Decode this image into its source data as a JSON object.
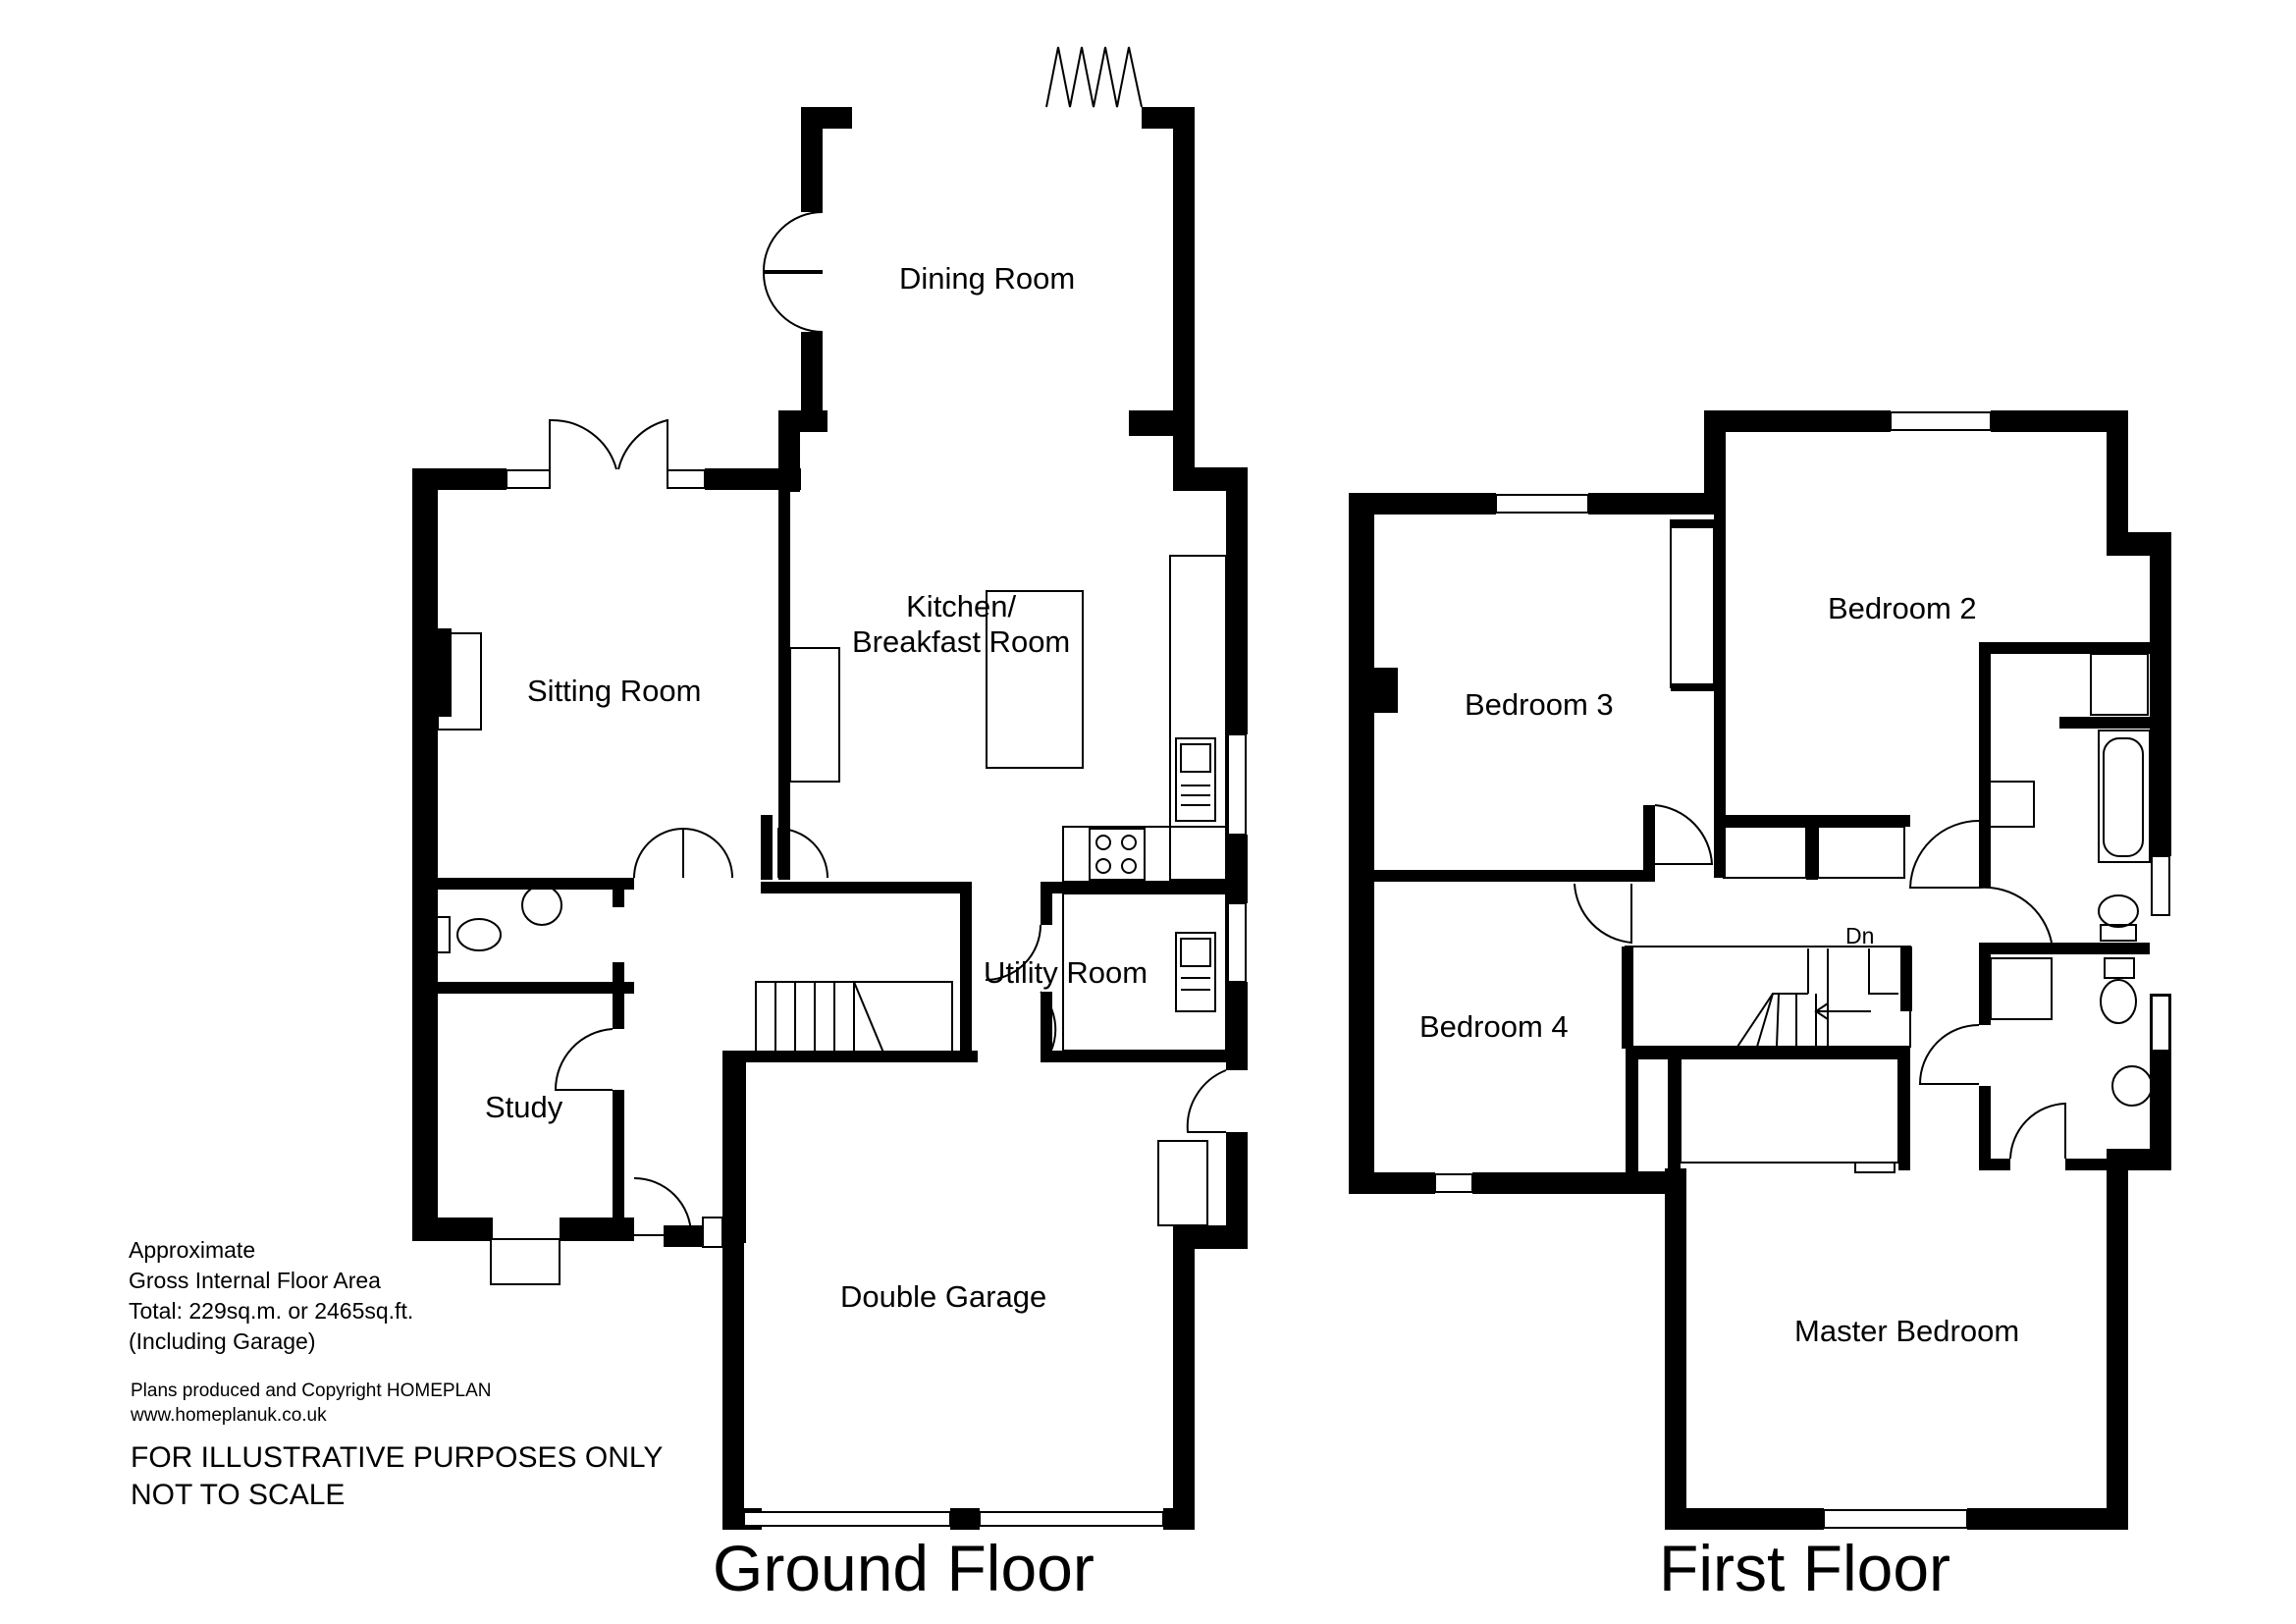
{
  "ground_floor": {
    "heading": "Ground Floor",
    "rooms": {
      "dining": "Dining Room",
      "kitchen": "Kitchen/\nBreakfast Room",
      "sitting": "Sitting Room",
      "study": "Study",
      "utility": "Utility Room",
      "garage": "Double Garage"
    }
  },
  "first_floor": {
    "heading": "First Floor",
    "stairs_label": "Dn",
    "rooms": {
      "bedroom2": "Bedroom 2",
      "bedroom3": "Bedroom 3",
      "bedroom4": "Bedroom 4",
      "master": "Master Bedroom"
    }
  },
  "area_note": {
    "line1": "Approximate",
    "line2": "Gross Internal Floor Area",
    "line3": "Total: 229sq.m. or 2465sq.ft.",
    "line4": "(Including Garage)"
  },
  "copyright": {
    "line1": "Plans produced and Copyright HOMEPLAN",
    "line2": "www.homeplanuk.co.uk"
  },
  "disclaimer": {
    "line1": "FOR ILLUSTRATIVE PURPOSES ONLY",
    "line2": "NOT TO SCALE"
  }
}
